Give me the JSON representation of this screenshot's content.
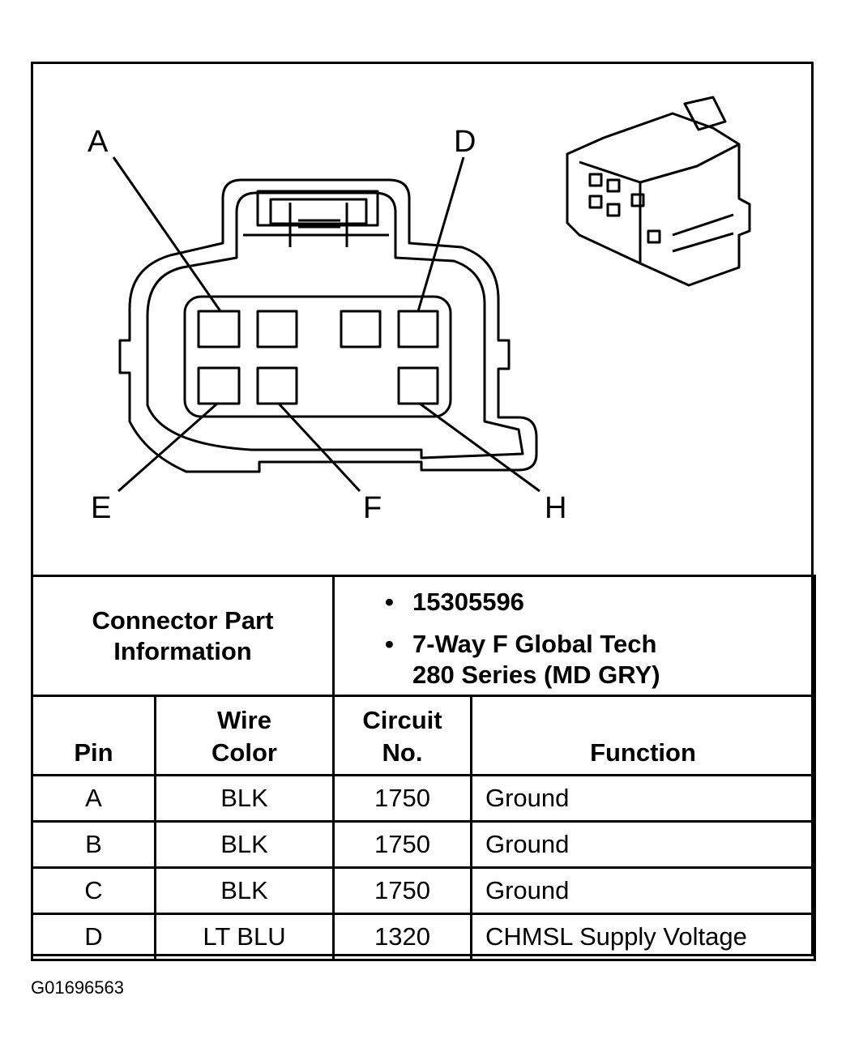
{
  "diagram": {
    "pin_callouts": [
      "A",
      "D",
      "E",
      "F",
      "H"
    ]
  },
  "connector_info": {
    "label": "Connector Part Information",
    "part_number": "15305596",
    "description_line1": "7-Way F Global Tech",
    "description_line2": "280 Series (MD GRY)",
    "bullet": "•"
  },
  "pin_table": {
    "headers": {
      "pin": "Pin",
      "wire_color_line1": "Wire",
      "wire_color_line2": "Color",
      "circuit_line1": "Circuit",
      "circuit_line2": "No.",
      "function": "Function"
    },
    "rows": [
      {
        "pin": "A",
        "wire_color": "BLK",
        "circuit": "1750",
        "function": "Ground"
      },
      {
        "pin": "B",
        "wire_color": "BLK",
        "circuit": "1750",
        "function": "Ground"
      },
      {
        "pin": "C",
        "wire_color": "BLK",
        "circuit": "1750",
        "function": "Ground"
      },
      {
        "pin": "D",
        "wire_color": "LT BLU",
        "circuit": "1320",
        "function": "CHMSL Supply Voltage"
      }
    ]
  },
  "figure_id": "G01696563"
}
